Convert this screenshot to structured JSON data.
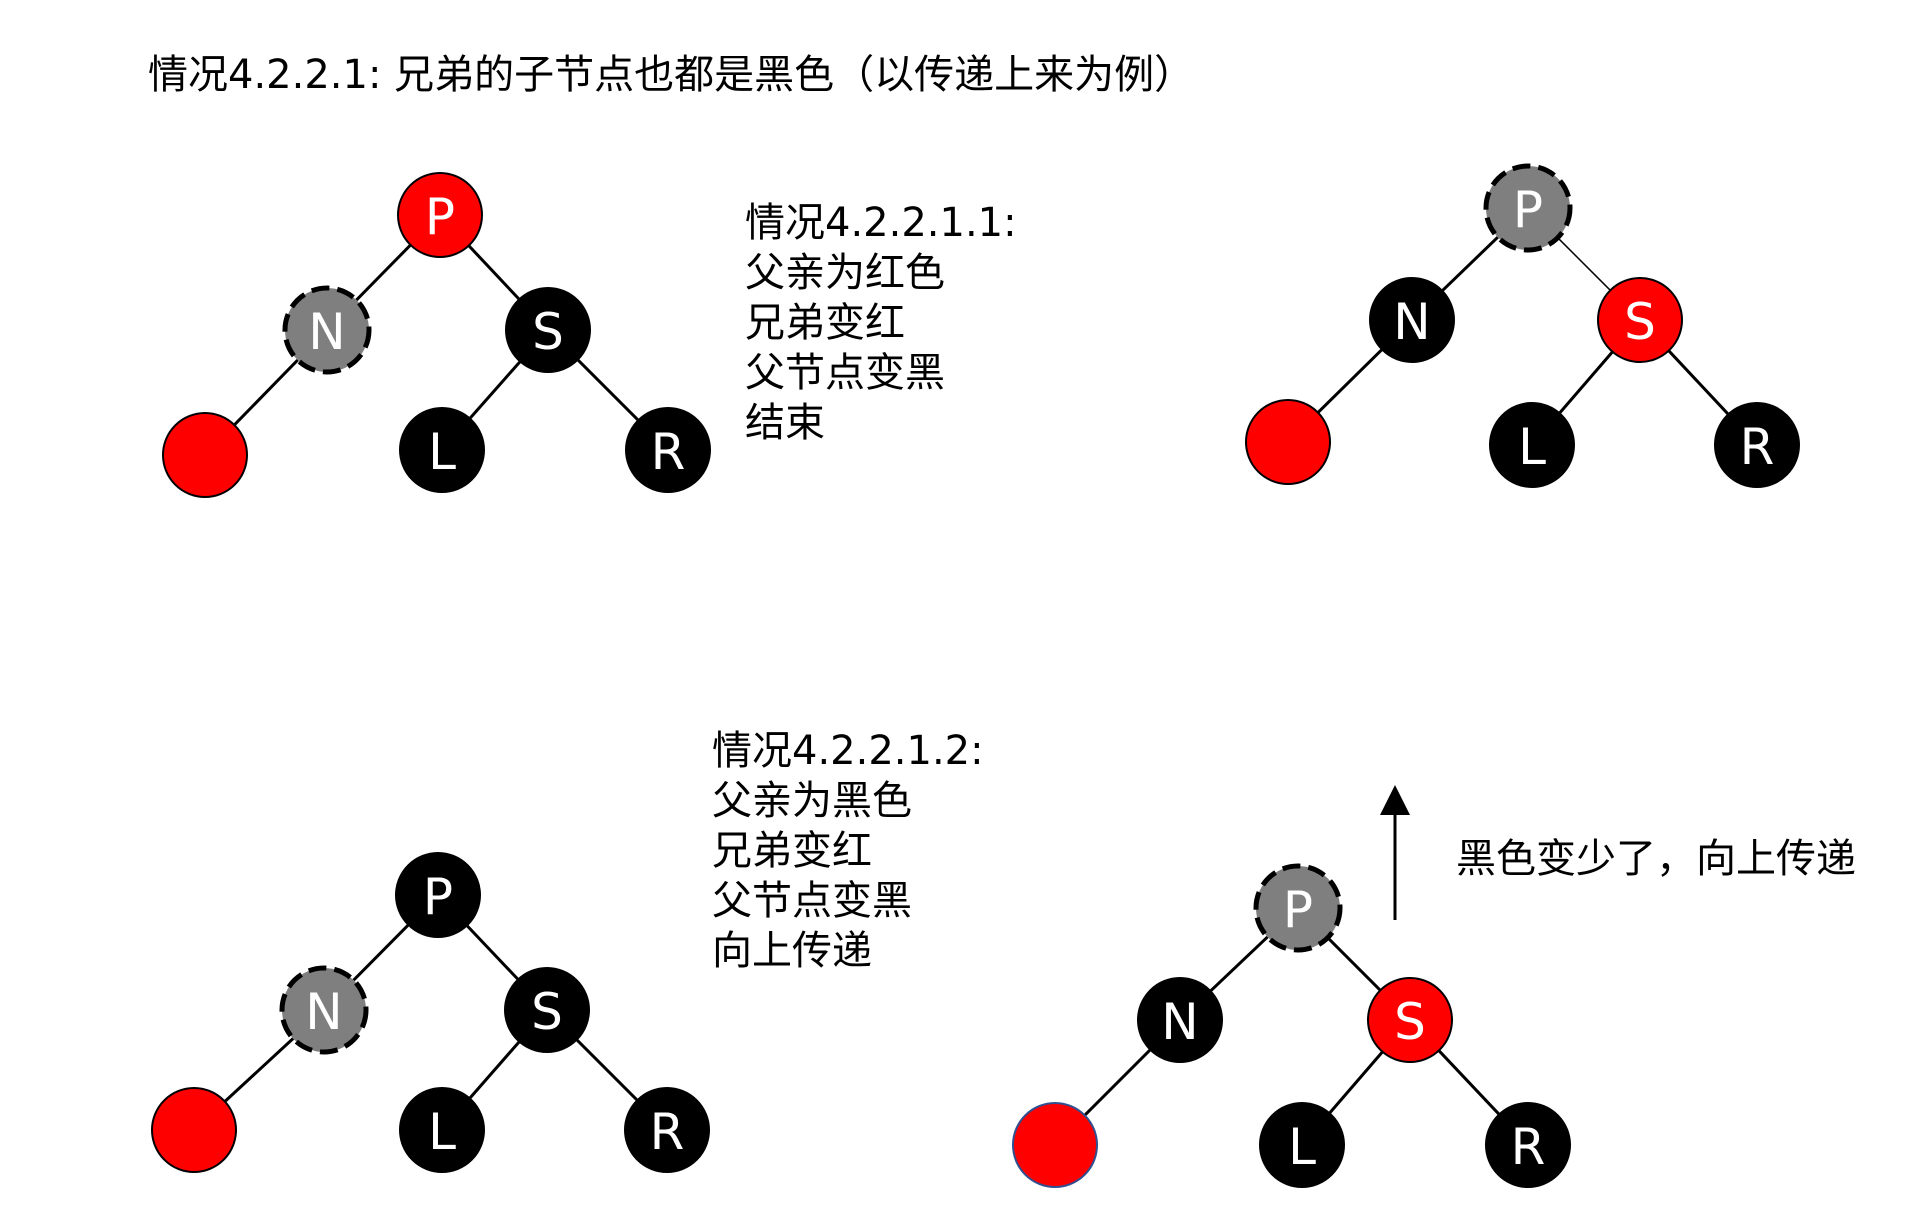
{
  "title": "情况4.2.2.1: 兄弟的子节点也都是黑色（以传递上来为例）",
  "notes": {
    "case_1_1": [
      "情况4.2.2.1.1:",
      "父亲为红色",
      "兄弟变红",
      "父节点变黑",
      "结束"
    ],
    "case_1_2": [
      "情况4.2.2.1.2:",
      "父亲为黑色",
      "兄弟变红",
      "父节点变黑",
      "向上传递"
    ],
    "arrow_note": "黑色变少了，向上传递"
  },
  "colors": {
    "red": "#ff0000",
    "black": "#000000",
    "gray": "#7f7f7f",
    "edge": "#000000"
  },
  "trees": [
    {
      "name": "tree-top-left",
      "nodes": [
        {
          "id": "P",
          "label": "P",
          "fill": "red",
          "dashed": false
        },
        {
          "id": "N",
          "label": "N",
          "fill": "gray",
          "dashed": true
        },
        {
          "id": "S",
          "label": "S",
          "fill": "black",
          "dashed": false
        },
        {
          "id": "X",
          "label": "",
          "fill": "red",
          "dashed": false
        },
        {
          "id": "L",
          "label": "L",
          "fill": "black",
          "dashed": false
        },
        {
          "id": "R",
          "label": "R",
          "fill": "black",
          "dashed": false
        }
      ]
    },
    {
      "name": "tree-top-right",
      "nodes": [
        {
          "id": "P",
          "label": "P",
          "fill": "gray",
          "dashed": true
        },
        {
          "id": "N",
          "label": "N",
          "fill": "black",
          "dashed": false
        },
        {
          "id": "S",
          "label": "S",
          "fill": "red",
          "dashed": false
        },
        {
          "id": "X",
          "label": "",
          "fill": "red",
          "dashed": false
        },
        {
          "id": "L",
          "label": "L",
          "fill": "black",
          "dashed": false
        },
        {
          "id": "R",
          "label": "R",
          "fill": "black",
          "dashed": false
        }
      ]
    },
    {
      "name": "tree-bottom-left",
      "nodes": [
        {
          "id": "P",
          "label": "P",
          "fill": "black",
          "dashed": false
        },
        {
          "id": "N",
          "label": "N",
          "fill": "gray",
          "dashed": true
        },
        {
          "id": "S",
          "label": "S",
          "fill": "black",
          "dashed": false
        },
        {
          "id": "X",
          "label": "",
          "fill": "red",
          "dashed": false
        },
        {
          "id": "L",
          "label": "L",
          "fill": "black",
          "dashed": false
        },
        {
          "id": "R",
          "label": "R",
          "fill": "black",
          "dashed": false
        }
      ]
    },
    {
      "name": "tree-bottom-right",
      "nodes": [
        {
          "id": "P",
          "label": "P",
          "fill": "gray",
          "dashed": true
        },
        {
          "id": "N",
          "label": "N",
          "fill": "black",
          "dashed": false
        },
        {
          "id": "S",
          "label": "S",
          "fill": "red",
          "dashed": false
        },
        {
          "id": "X",
          "label": "",
          "fill": "red",
          "dashed": false
        },
        {
          "id": "L",
          "label": "L",
          "fill": "black",
          "dashed": false
        },
        {
          "id": "R",
          "label": "R",
          "fill": "black",
          "dashed": false
        }
      ]
    }
  ]
}
